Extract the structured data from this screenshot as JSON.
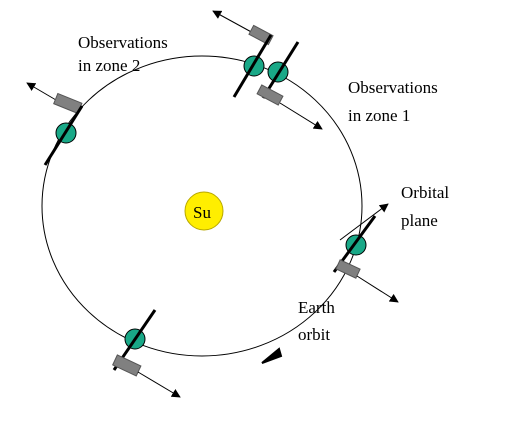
{
  "diagram": {
    "labels": {
      "sun": "Su",
      "zone2_line1": "Observations",
      "zone2_line2": "in zone 2",
      "zone1_line1": "Observations",
      "zone1_line2": "in zone 1",
      "orbital_plane_line1": "Orbital",
      "orbital_plane_line2": "plane",
      "earth_orbit_line1": "Earth",
      "earth_orbit_line2": "orbit"
    },
    "colors": {
      "sun_fill": "#ffee00",
      "sun_stroke": "#b8a800",
      "earth_fill": "#19a887",
      "telescope_fill": "#808080",
      "line": "#000000"
    }
  }
}
